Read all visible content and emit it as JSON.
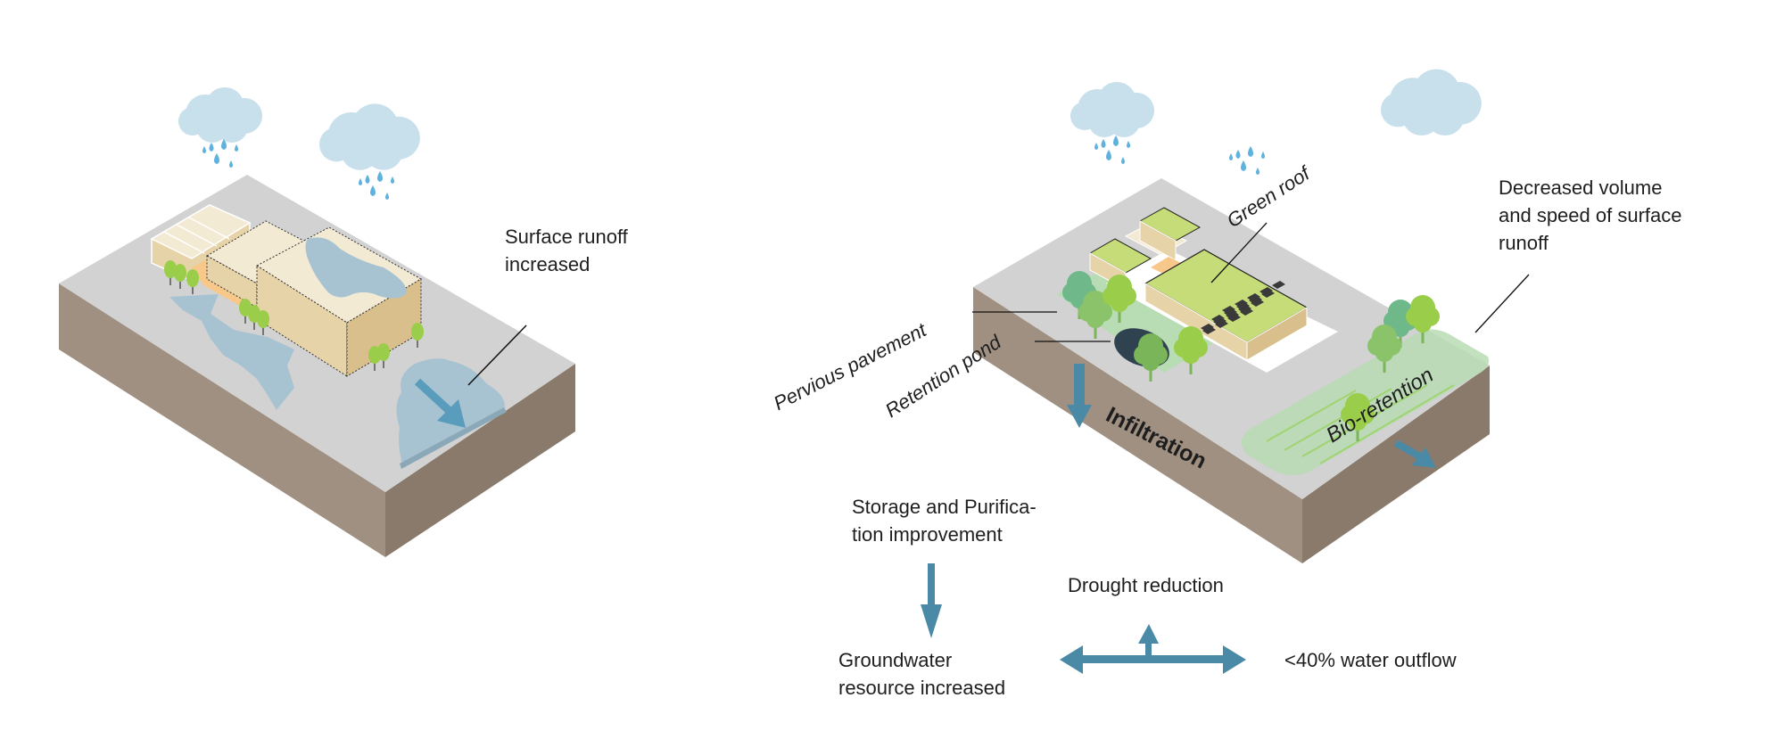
{
  "diagram": {
    "colors": {
      "ground_top": "#d2d2d2",
      "soil_left": "#a09082",
      "soil_right": "#8a7a6b",
      "water": "#a7c3d2",
      "arrow": "#4b8aa6",
      "cloud": "#c8dfec",
      "raindrop": "#5fb2dd",
      "building_top": "#f3ead4",
      "building_side": "#e6d3a8",
      "green_roof": "#c5dc78",
      "tree": "#9acd4a",
      "vegetation_zone": "#b8dcb4",
      "pond": "#2f4250",
      "solar_panel": "#3a3a3a"
    },
    "left_panel": {
      "name": "conventional-development",
      "labels": {
        "surface_runoff": [
          "Surface runoff",
          "increased"
        ]
      }
    },
    "right_panel": {
      "name": "low-impact-development",
      "labels": {
        "green_roof": "Green roof",
        "decreased_runoff": [
          "Decreased volume",
          "and speed of surface",
          "runoff"
        ],
        "pervious_pavement": "Pervious pavement",
        "retention_pond": "Retention pond",
        "bio_retention": "Bio-retention",
        "infiltration": "Infiltration"
      }
    },
    "flow": {
      "storage": [
        "Storage and Purifica-",
        "tion improvement"
      ],
      "drought": "Drought reduction",
      "groundwater": [
        "Groundwater",
        "resource increased"
      ],
      "outflow": "<40% water outflow"
    }
  }
}
